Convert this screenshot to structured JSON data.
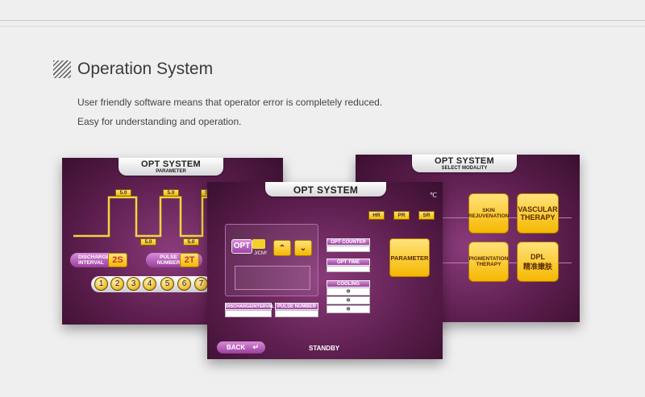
{
  "section": {
    "title": "Operation System",
    "line1": "User friendly software means that operator error is completely reduced.",
    "line2": "Easy for understanding and operation."
  },
  "left_screen": {
    "title": "OPT SYSTEM",
    "subtitle": "PARAMETER",
    "pulse_top": [
      "5.0",
      "5.0",
      "5.0"
    ],
    "pulse_bottom": [
      "5.0",
      "5.0"
    ],
    "discharge_label": "DISCHARGE INTERVAL",
    "discharge_value": "2S",
    "pulse_label": "PULSE NUMBER",
    "pulse_value": "2T",
    "balls": [
      "1",
      "2",
      "3",
      "4",
      "5",
      "6",
      "7"
    ]
  },
  "center_screen": {
    "title": "OPT SYSTEM",
    "temp_unit": "℃",
    "tags": [
      "HR",
      "PR",
      "SR"
    ],
    "opt_label": "OPT",
    "unit": "J/CM²",
    "opt_counter": "OPT COUNTER",
    "opt_time": "OPT TIME",
    "cooling": "COOLING",
    "cooling_icons": [
      "❄",
      "❄",
      "❄"
    ],
    "parameter": "PARAMETER",
    "discharge_interval": "DISCHARGEINTERVAL",
    "pulse_number": "PULSE NUMBER",
    "back": "BACK",
    "status": "STANDBY"
  },
  "right_screen": {
    "title": "OPT SYSTEM",
    "subtitle": "SELECT MODALITY",
    "btn1": "SKIN REJUVENATION",
    "btn2": "VASCULAR THERAPY",
    "btn3": "PIGMENTATION THERAPY",
    "btn4_line1": "DPL",
    "btn4_line2": "精准嫩肤"
  },
  "colors": {
    "screen": "#5e1f4f",
    "gold": "#f5b800",
    "purple_button": "#9a3f9e"
  }
}
